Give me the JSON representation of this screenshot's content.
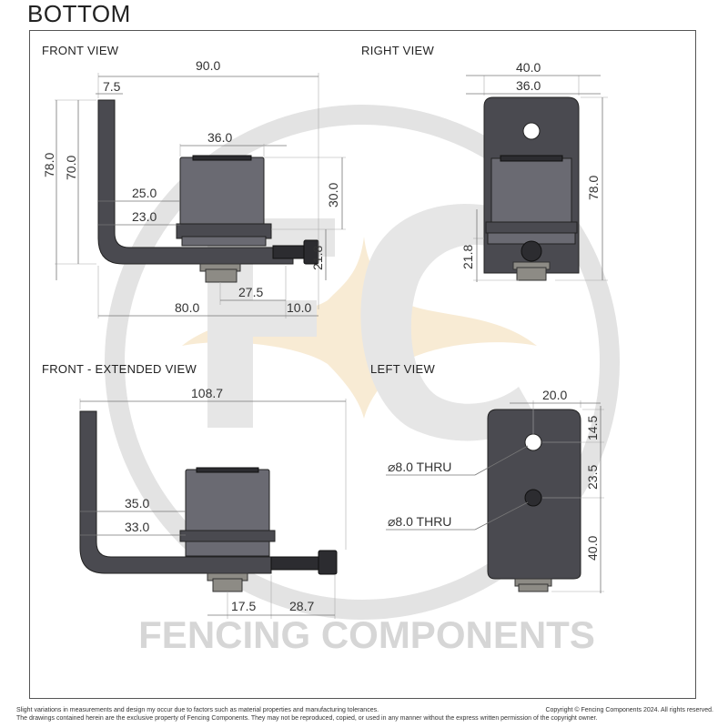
{
  "page_title": "BOTTOM",
  "views": {
    "front": "FRONT VIEW",
    "right": "RIGHT VIEW",
    "front_extended": "FRONT - EXTENDED VIEW",
    "left": "LEFT VIEW"
  },
  "dimensions": {
    "front": {
      "width_total": "90.0",
      "plate_thickness": "7.5",
      "height_total": "78.0",
      "height_inner": "70.0",
      "block_width": "36.0",
      "dim_25": "25.0",
      "dim_23": "23.0",
      "block_height": "30.0",
      "bolt_height": "21.8",
      "dim_27_5": "27.5",
      "dim_80": "80.0",
      "dim_10": "10.0"
    },
    "right": {
      "width_outer": "40.0",
      "width_inner": "36.0",
      "height": "78.0",
      "bolt_height": "21.8"
    },
    "front_extended": {
      "width_total": "108.7",
      "dim_35": "35.0",
      "dim_33": "33.0",
      "dim_17_5": "17.5",
      "dim_28_7": "28.7"
    },
    "left": {
      "dim_20": "20.0",
      "dim_14_5": "14.5",
      "dim_23_5": "23.5",
      "dim_40": "40.0",
      "hole_1": "⌀8.0 THRU",
      "hole_2": "⌀8.0 THRU"
    }
  },
  "watermark": "FENCING COMPONENTS",
  "footer": {
    "left_line1": "Slight variations in measurements and design my occur due to factors such as material properties and manufacturing tolerances.",
    "left_line2": "The drawings contained herein are the exclusive property of Fencing Components. They may not be reproduced, copied, or used in any manner without the express written permission of the copyright owner.",
    "right": "Copyright © Fencing Components 2024. All rights reserved."
  },
  "colors": {
    "part": "#4a4a50",
    "nut": "#8d8b85",
    "watermark": "#d8d8d8",
    "watermark_accent": "#f3d9ad"
  }
}
